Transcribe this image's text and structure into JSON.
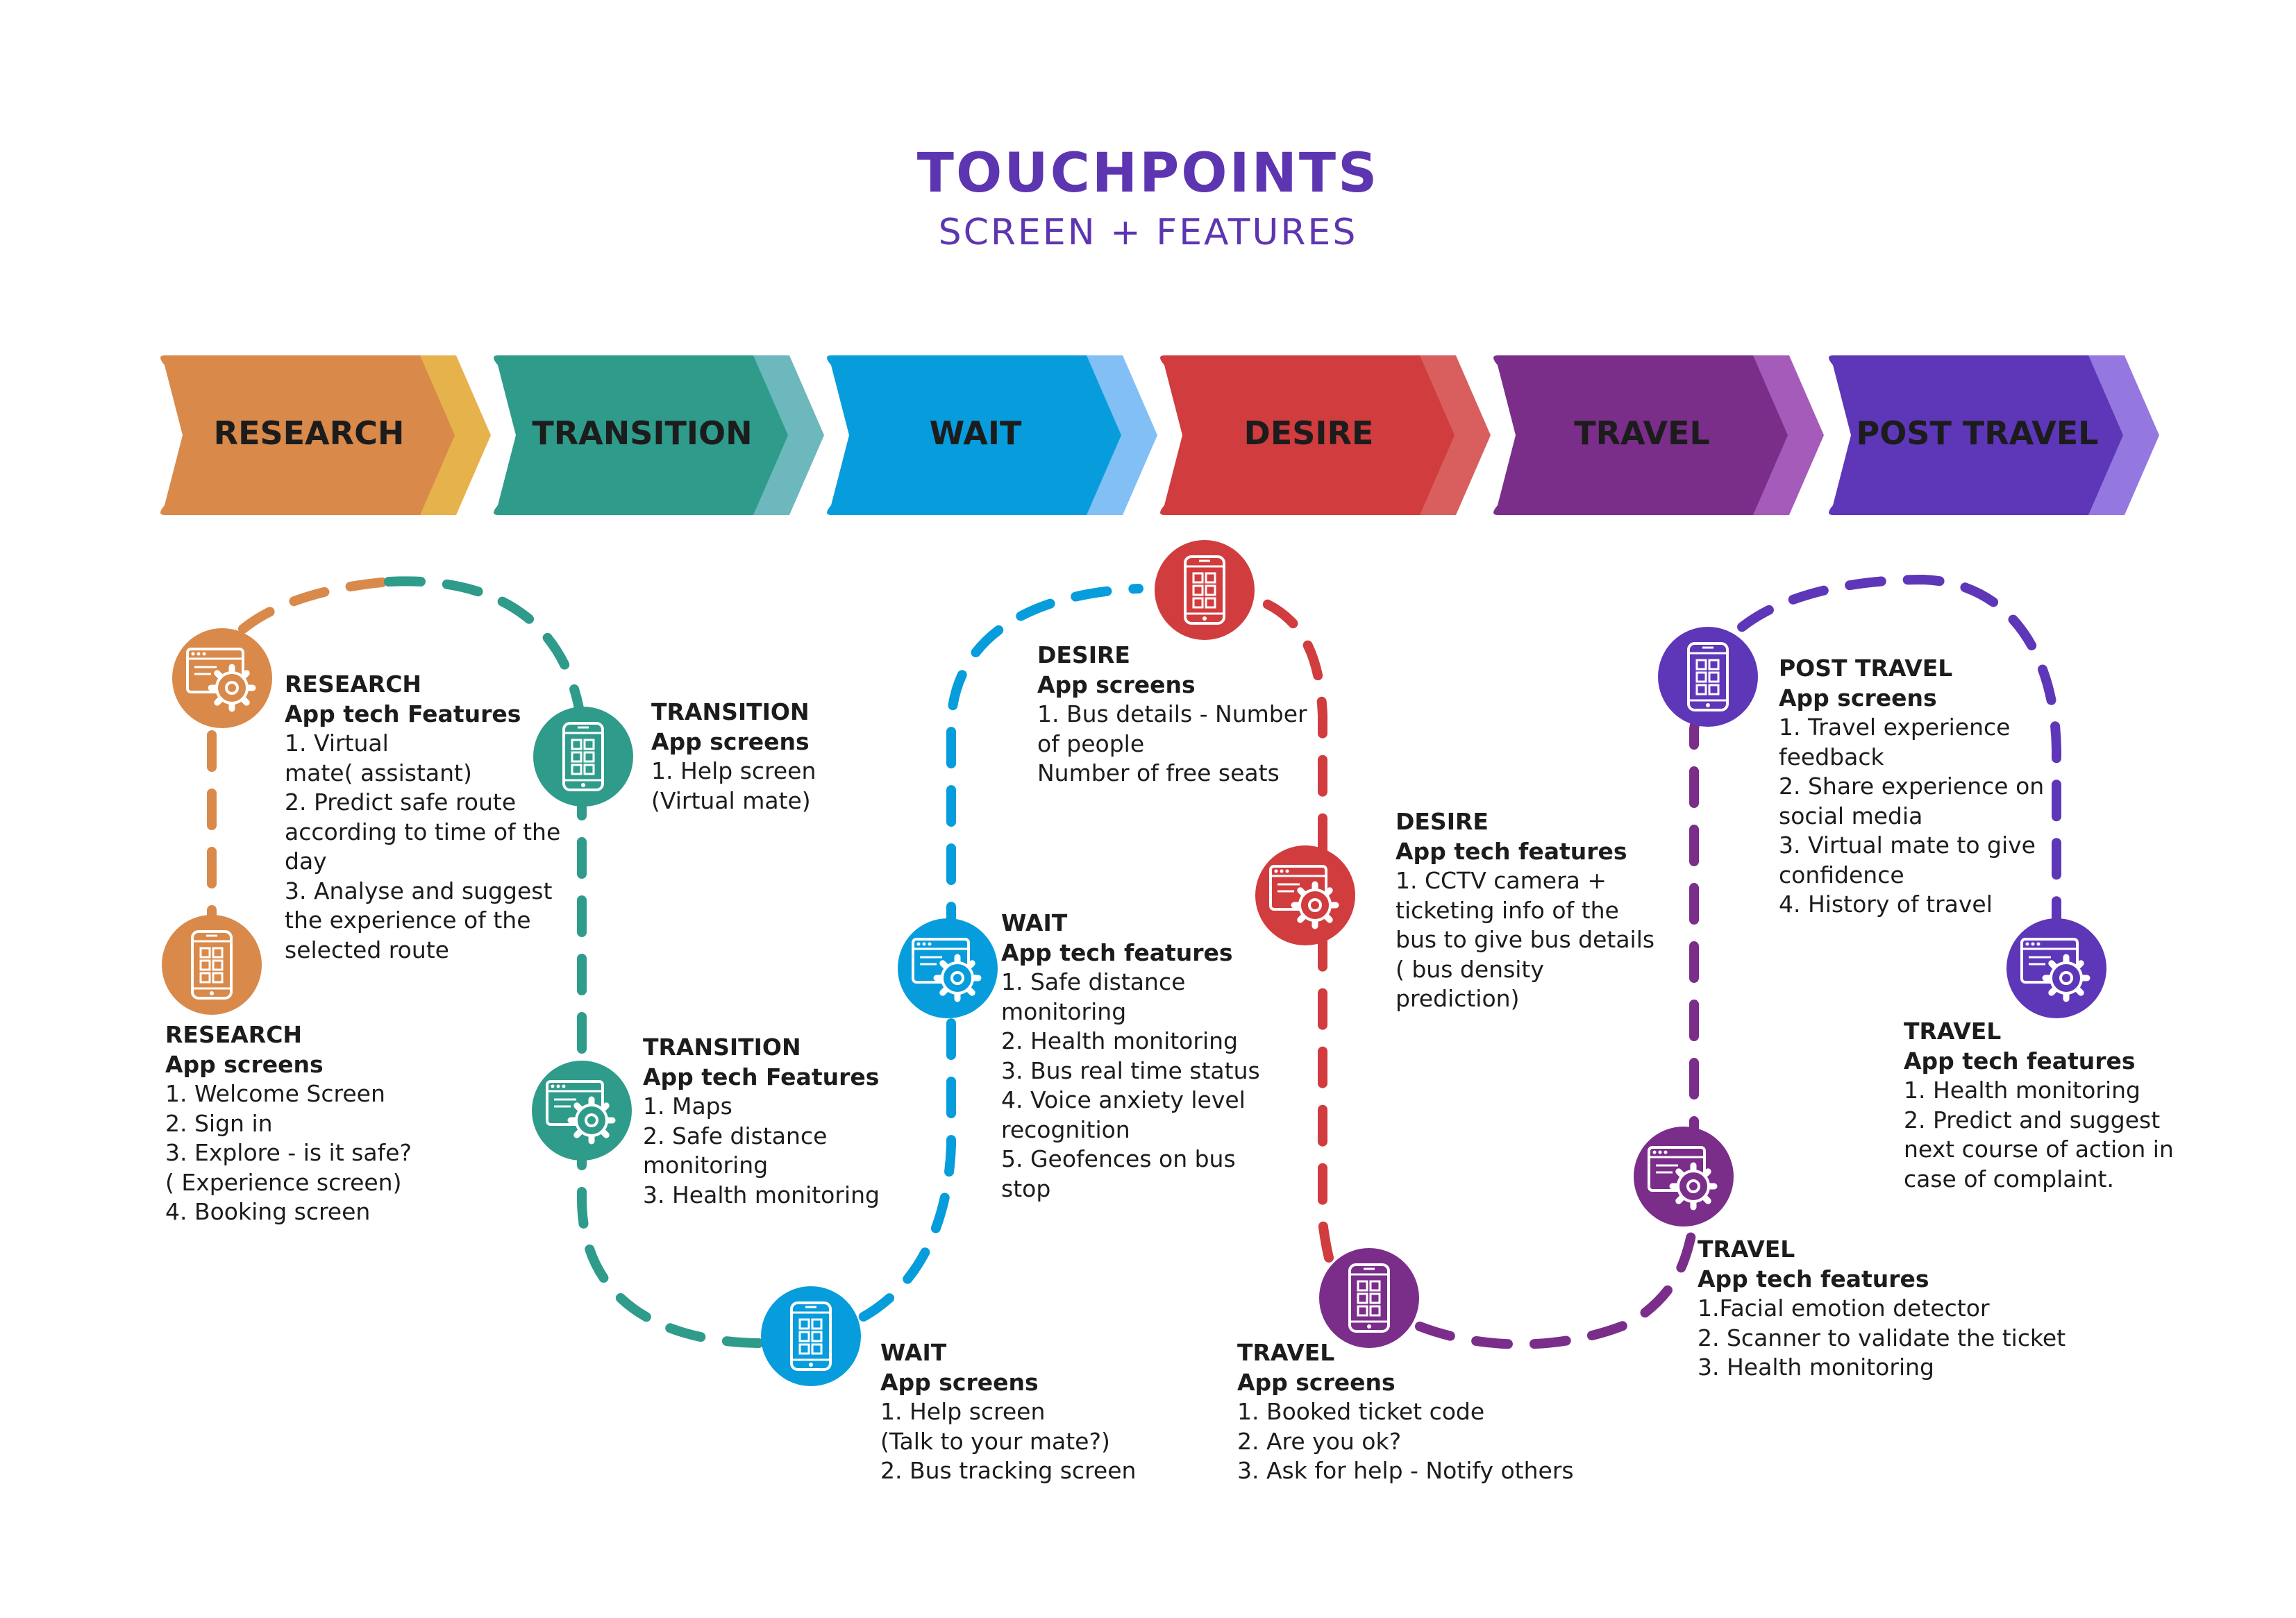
{
  "header": {
    "title": "TOUCHPOINTS",
    "subtitle": "SCREEN + FEATURES"
  },
  "colors": {
    "title": "#5d35b0",
    "research": "#d9894a",
    "transition": "#2f9b8b",
    "wait": "#079ddc",
    "desire": "#d13c3e",
    "travel": "#7a2e8a",
    "post_travel": "#5e36b8"
  },
  "stages": [
    {
      "label": "RESEARCH",
      "color": "#d9894a",
      "accent": "#e6b24b"
    },
    {
      "label": "TRANSITION",
      "color": "#2f9b8b",
      "accent": "#6cb8bd"
    },
    {
      "label": "WAIT",
      "color": "#079ddc",
      "accent": "#82bff4"
    },
    {
      "label": "DESIRE",
      "color": "#d13c3e",
      "accent": "#d85f5e"
    },
    {
      "label": "TRAVEL",
      "color": "#7a2e8a",
      "accent": "#a55bb9"
    },
    {
      "label": "POST TRAVEL",
      "color": "#5e36b8",
      "accent": "#9478e0"
    }
  ],
  "touchpoints": [
    {
      "key": "research_features",
      "icon": "browser-gear-icon",
      "color": "#d9894a",
      "title": "RESEARCH",
      "subtitle": "App tech Features",
      "lines": [
        "1. Virtual",
        "mate( assistant)",
        "2. Predict safe route",
        "according to time of the",
        "day",
        "3. Analyse and suggest",
        "the experience of the",
        "selected route"
      ]
    },
    {
      "key": "research_screens",
      "icon": "smartphone-icon",
      "color": "#d9894a",
      "title": "RESEARCH",
      "subtitle": "App screens",
      "lines": [
        "1. Welcome Screen",
        "2. Sign in",
        "3. Explore - is it safe?",
        "( Experience screen)",
        "4. Booking screen"
      ]
    },
    {
      "key": "transition_screens",
      "icon": "smartphone-icon",
      "color": "#2f9b8b",
      "title": "TRANSITION",
      "subtitle": "App screens",
      "lines": [
        "1. Help screen",
        "(Virtual mate)"
      ]
    },
    {
      "key": "transition_features",
      "icon": "browser-gear-icon",
      "color": "#2f9b8b",
      "title": "TRANSITION",
      "subtitle": "App tech Features",
      "lines": [
        "1. Maps",
        "2. Safe distance",
        "monitoring",
        "3. Health monitoring"
      ]
    },
    {
      "key": "wait_screens",
      "icon": "smartphone-icon",
      "color": "#079ddc",
      "title": "WAIT",
      "subtitle": "App screens",
      "lines": [
        "1. Help screen",
        "(Talk to your mate?)",
        "2. Bus tracking screen"
      ]
    },
    {
      "key": "wait_features",
      "icon": "browser-gear-icon",
      "color": "#079ddc",
      "title": "WAIT",
      "subtitle": "App tech features",
      "lines": [
        "1. Safe distance",
        "monitoring",
        "2. Health monitoring",
        "3. Bus real time status",
        "4. Voice anxiety level",
        "recognition",
        "5. Geofences on bus",
        "stop"
      ]
    },
    {
      "key": "desire_screens",
      "icon": "smartphone-icon",
      "color": "#d13c3e",
      "title": "DESIRE",
      "subtitle": "App screens",
      "lines": [
        "1. Bus details - Number",
        "of people",
        "Number of free seats"
      ]
    },
    {
      "key": "desire_features",
      "icon": "browser-gear-icon",
      "color": "#d13c3e",
      "title": "DESIRE",
      "subtitle": "App tech features",
      "lines": [
        "1. CCTV camera +",
        "ticketing info of the",
        "bus to give bus details",
        "( bus density",
        "prediction)"
      ]
    },
    {
      "key": "travel_screens",
      "icon": "smartphone-icon",
      "color": "#7a2e8a",
      "title": "TRAVEL",
      "subtitle": "App screens",
      "lines": [
        "1. Booked ticket code",
        "2. Are you ok?",
        "3. Ask for help - Notify others"
      ]
    },
    {
      "key": "travel_features_a",
      "icon": "browser-gear-icon",
      "color": "#7a2e8a",
      "title": "TRAVEL",
      "subtitle": "App tech features",
      "lines": [
        "1.Facial emotion detector",
        "2. Scanner to validate the ticket",
        "3. Health monitoring"
      ]
    },
    {
      "key": "post_travel_screens",
      "icon": "smartphone-icon",
      "color": "#5e36b8",
      "title": "POST TRAVEL",
      "subtitle": "App screens",
      "lines": [
        "1.  Travel experience",
        "feedback",
        "2. Share experience on",
        "social media",
        "3. Virtual mate to give",
        "confidence",
        "4. History of travel"
      ]
    },
    {
      "key": "travel_features_b",
      "icon": "browser-gear-icon",
      "color": "#5e36b8",
      "title": "TRAVEL",
      "subtitle": "App tech features",
      "lines": [
        "1. Health monitoring",
        "2. Predict and suggest",
        "next course of action in",
        "case of complaint."
      ]
    }
  ]
}
